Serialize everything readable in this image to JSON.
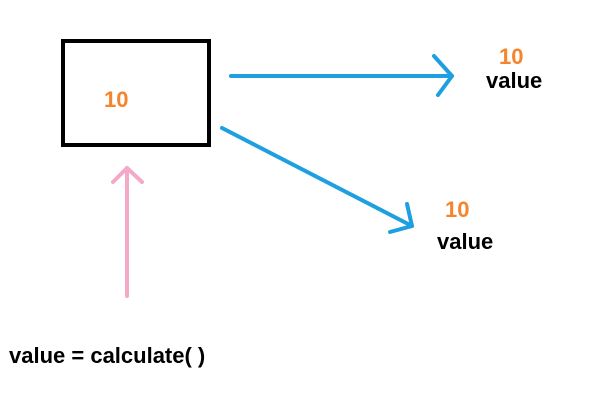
{
  "colors": {
    "value_number": "#f5842c",
    "text": "#000000",
    "box_border": "#000000",
    "output_arrow": "#1ea0e0",
    "input_arrow": "#f4a9c8"
  },
  "box": {
    "value": "10"
  },
  "outputs": [
    {
      "value": "10",
      "label": "value"
    },
    {
      "value": "10",
      "label": "value"
    }
  ],
  "statement": "value = calculate( )"
}
